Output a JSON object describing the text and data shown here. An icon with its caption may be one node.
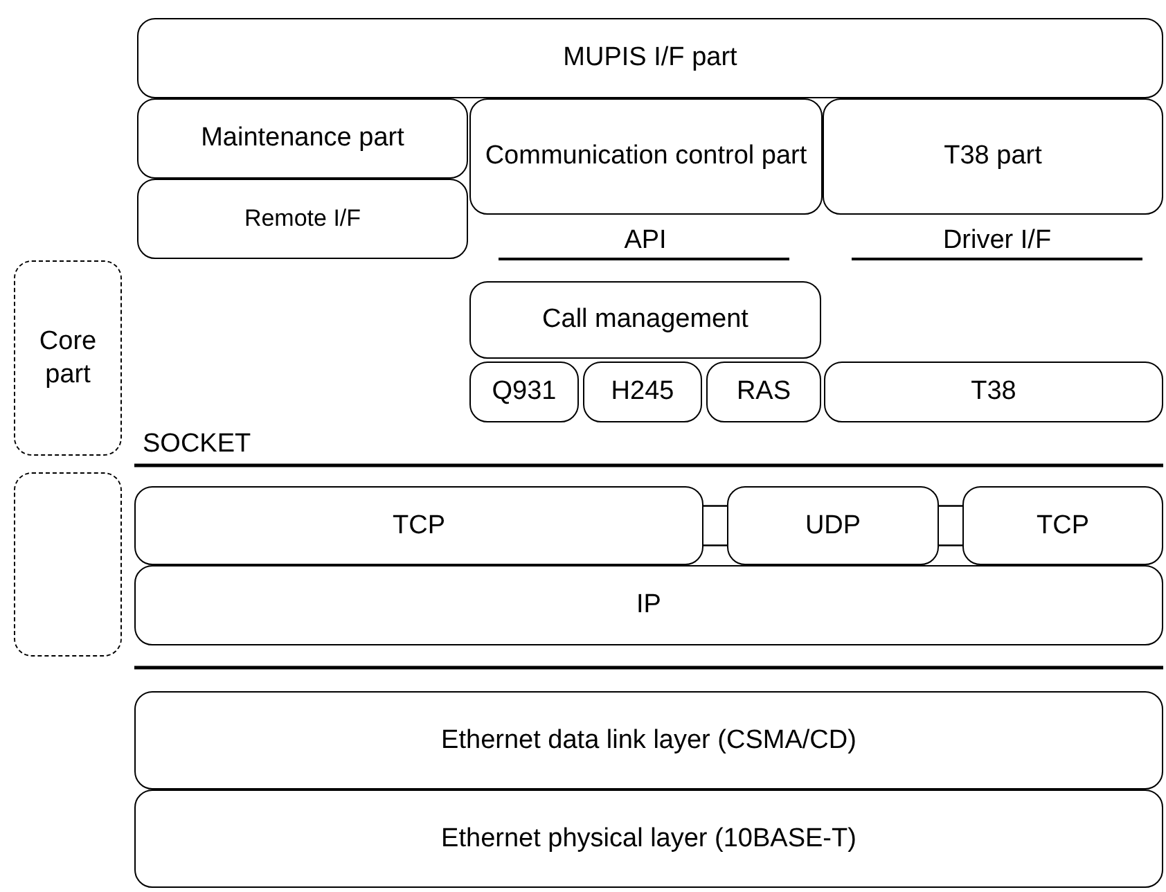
{
  "diagram": {
    "nodes": [
      {
        "text": [
          "MUPIS I/F part"
        ]
      },
      {
        "text": [
          "Maintenance part"
        ]
      },
      {
        "text": [
          "Communication control part"
        ]
      },
      {
        "text": [
          "T38 part"
        ]
      },
      {
        "text": [
          "Remote I/F"
        ]
      },
      {
        "text": [
          "Core part"
        ]
      },
      {
        "text": [
          "Call management"
        ]
      },
      {
        "text": [
          "Q931"
        ]
      },
      {
        "text": [
          "H245"
        ]
      },
      {
        "text": [
          "RAS"
        ]
      },
      {
        "text": [
          "T38"
        ]
      },
      {
        "text": [],
        "shape": "box"
      },
      {
        "text": [
          "TCP"
        ]
      },
      {
        "text": [
          "UDP"
        ]
      },
      {
        "text": [
          "TCP"
        ]
      },
      {
        "text": [
          "IP"
        ]
      },
      {
        "text": [
          "Ethernet data link layer (CSMA/CD)"
        ]
      },
      {
        "text": [
          "Ethernet physical layer (10BASE-T)"
        ]
      }
    ],
    "edges": [
      {
        "from": 12,
        "to": 13,
        "arrow": "none"
      },
      {
        "from": 13,
        "to": 14,
        "arrow": "none"
      }
    ],
    "labels": [
      "API",
      "Driver I/F",
      "SOCKET"
    ]
  }
}
